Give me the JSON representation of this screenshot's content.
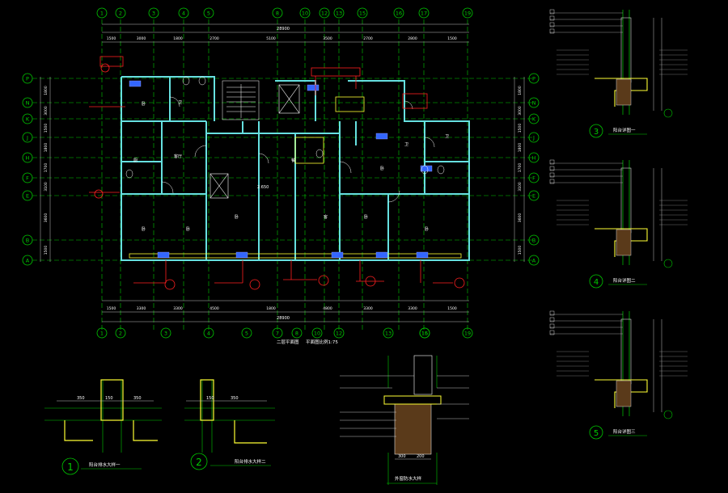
{
  "colors": {
    "background": "#000000",
    "grid": "#00cc00",
    "dim": "#bfbfbf",
    "wall": "#66e0e0",
    "annotation": "#ff2020",
    "text": "#ffffff",
    "yellow": "#ffff33",
    "fixture": "#3366ff"
  },
  "plan": {
    "top_axes": [
      "1",
      "2",
      "3",
      "4",
      "5",
      "8",
      "10",
      "12",
      "13",
      "15",
      "16",
      "17",
      "19"
    ],
    "bottom_axes": [
      "1",
      "2",
      "3",
      "4",
      "5",
      "7",
      "8",
      "10",
      "12",
      "13",
      "15",
      "16",
      "19"
    ],
    "row_axes": [
      "P",
      "N",
      "K",
      "J",
      "H",
      "F",
      "E",
      "B",
      "A"
    ],
    "total_dimension": "28900",
    "top_dims": [
      "1500",
      "3000",
      "1800",
      "2700",
      "5100",
      "3500",
      "2700",
      "2800",
      "1500"
    ],
    "bottom_dims": [
      "1500",
      "3300",
      "3300",
      "4500",
      "1800",
      "4800",
      "3300",
      "3300",
      "1500"
    ],
    "left_dims": [
      "1800",
      "3000",
      "1500",
      "1800",
      "1700",
      "3100",
      "3600",
      "1500"
    ],
    "right_dims": [
      "1800",
      "3000",
      "1500",
      "1800",
      "1700",
      "3100",
      "3600",
      "1500"
    ],
    "rooms": [
      "卧",
      "卫",
      "厨",
      "客厅",
      "卧",
      "卧",
      "卫",
      "餐",
      "卧",
      "客",
      "卧",
      "卧",
      "卫",
      "卧"
    ],
    "elevation_tag": "2.650",
    "plan_caption": "二层平面图",
    "scale_caption": "平面图比例1:75"
  },
  "details": {
    "detail_3": {
      "number": "3",
      "caption": "阳台详图一"
    },
    "detail_4": {
      "number": "4",
      "caption": "阳台详图二"
    },
    "detail_5": {
      "number": "5",
      "caption": "阳台详图三"
    },
    "detail_1": {
      "number": "1",
      "caption": "阳台排水大样一",
      "dims": [
        "350",
        "150",
        "350"
      ]
    },
    "detail_2": {
      "number": "2",
      "caption": "阳台排水大样二",
      "dims": [
        "150",
        "350"
      ]
    },
    "section": {
      "caption": "外窗防水大样",
      "dims": [
        "300",
        "200"
      ]
    }
  }
}
